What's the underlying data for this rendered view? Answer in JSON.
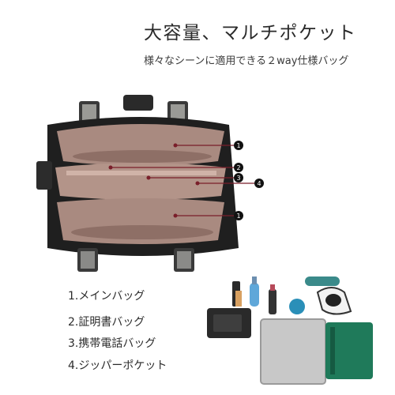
{
  "headline": "大容量、マルチポケット",
  "subline": "様々なシーンに適用できる２way仕様バッグ",
  "callouts": {
    "main_top": "1",
    "id_slot": "2",
    "phone_slot": "3",
    "zipper": "4",
    "main_bottom": "1"
  },
  "items": [
    {
      "label": "1.メインバッグ"
    },
    {
      "label": "2.証明書バッグ"
    },
    {
      "label": "3.携帯電話バッグ"
    },
    {
      "label": "4.ジッパーポケット"
    }
  ],
  "colors": {
    "leather": "#1f1f1f",
    "lining": "#a98a80",
    "hardware": "#8a8a88",
    "callout": "#7a1f2a",
    "marker": "#111111"
  }
}
